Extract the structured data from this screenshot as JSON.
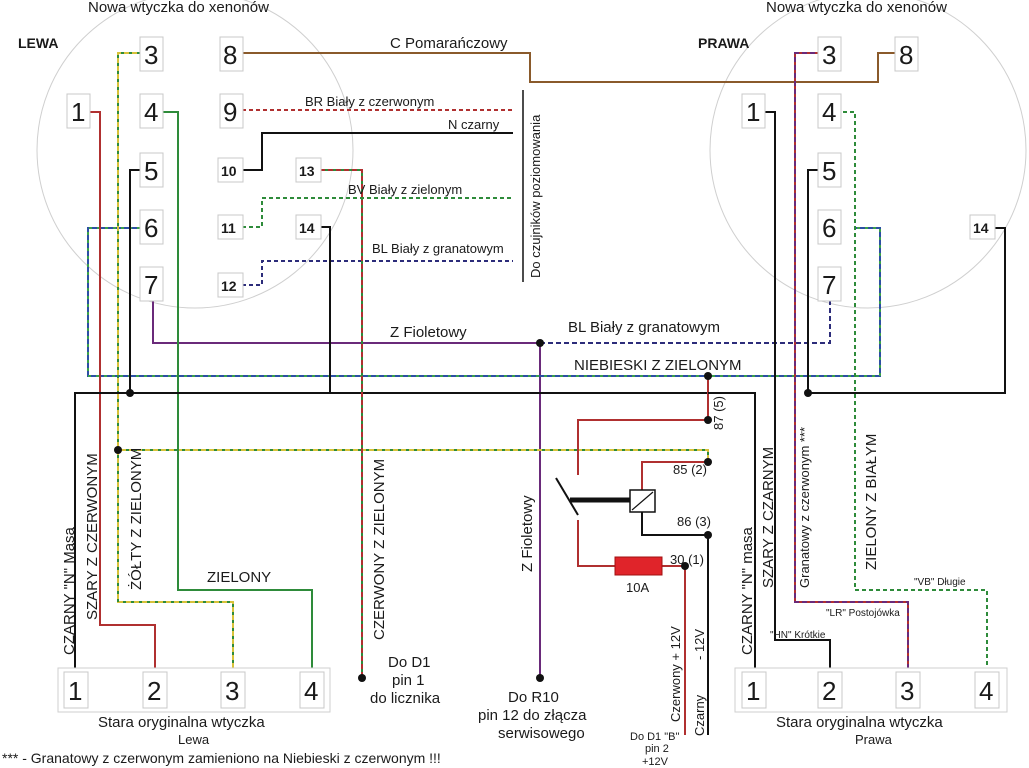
{
  "titles": {
    "left_header": "Nowa wtyczka do xenonów",
    "right_header": "Nowa wtyczka do xenonów",
    "lewa": "LEWA",
    "prawa": "PRAWA",
    "old_plug_left": "Stara oryginalna wtyczka",
    "old_plug_left_sub": "Lewa",
    "old_plug_right": "Stara oryginalna wtyczka",
    "old_plug_right_sub": "Prawa"
  },
  "left_new_pins": [
    "3",
    "8",
    "1",
    "4",
    "9",
    "5",
    "10",
    "13",
    "6",
    "11",
    "14",
    "12",
    "7"
  ],
  "right_new_pins": [
    "3",
    "8",
    "1",
    "4",
    "5",
    "6",
    "14",
    "7"
  ],
  "old_pins_left": [
    "1",
    "2",
    "3",
    "4"
  ],
  "old_pins_right": [
    "1",
    "2",
    "3",
    "4"
  ],
  "wires": {
    "c_orange": "C  Pomarańczowy",
    "br": "BR Biały z czerwonym",
    "n_black": "N czarny",
    "bv": "BV Biały z zielonym",
    "bl": "BL Biały z granatowym",
    "leveling": "Do czujników poziomowania",
    "z_violet": "Z Fioletowy",
    "bl_right": "BL Biały z granatowym",
    "blue_green": "NIEBIESKI Z ZIELONYM",
    "black_n_masa": "CZARNY \"N\" Masa",
    "grey_red": "SZARY Z CZERWONYM",
    "yellow_green": "ŻÓŁTY Z ZIELONYM",
    "green": "ZIELONY",
    "red_green": "CZERWONY Z ZIELONYM",
    "z_violet_vert": "Z Fioletowy",
    "black_n_masa_r": "CZARNY \"N\" masa",
    "grey_black": "SZARY Z CZARNYM",
    "navy_red": "Granatowy z czerwonym ***",
    "green_white": "ZIELONY Z BIAŁYM",
    "red_plus": "Czerwony + 12V",
    "black_minus": "Czarny",
    "minus12": "- 12V"
  },
  "relay": {
    "p87": "87 (5)",
    "p85": "85 (2)",
    "p86": "86 (3)",
    "p30": "30 (1)",
    "fuse": "10A"
  },
  "notes": {
    "d1_l1": "Do D1",
    "d1_l2": "pin 1",
    "d1_l3": "do licznika",
    "r10_l1": "Do R10",
    "r10_l2": "pin 12 do złącza",
    "r10_l3": "serwisowego",
    "d1b_l1": "Do D1 \"B\"",
    "d1b_l2": "pin 2",
    "d1b_l3": "+12V",
    "hn": "\"HN\" Krótkie",
    "lr": "\"LR\" Postojówka",
    "vb": "\"VB\" Długie",
    "footnote": "*** - Granatowy z czerwonym zamieniono na Niebieski z czerwonym  !!!"
  },
  "colors": {
    "orange_brown": "#8a5a2b",
    "red": "#b03030",
    "green": "#2e8b3a",
    "blue": "#2c4fa3",
    "violet": "#6a2a7a",
    "yellow": "#d8c23a",
    "fuse": "#e0242a"
  }
}
